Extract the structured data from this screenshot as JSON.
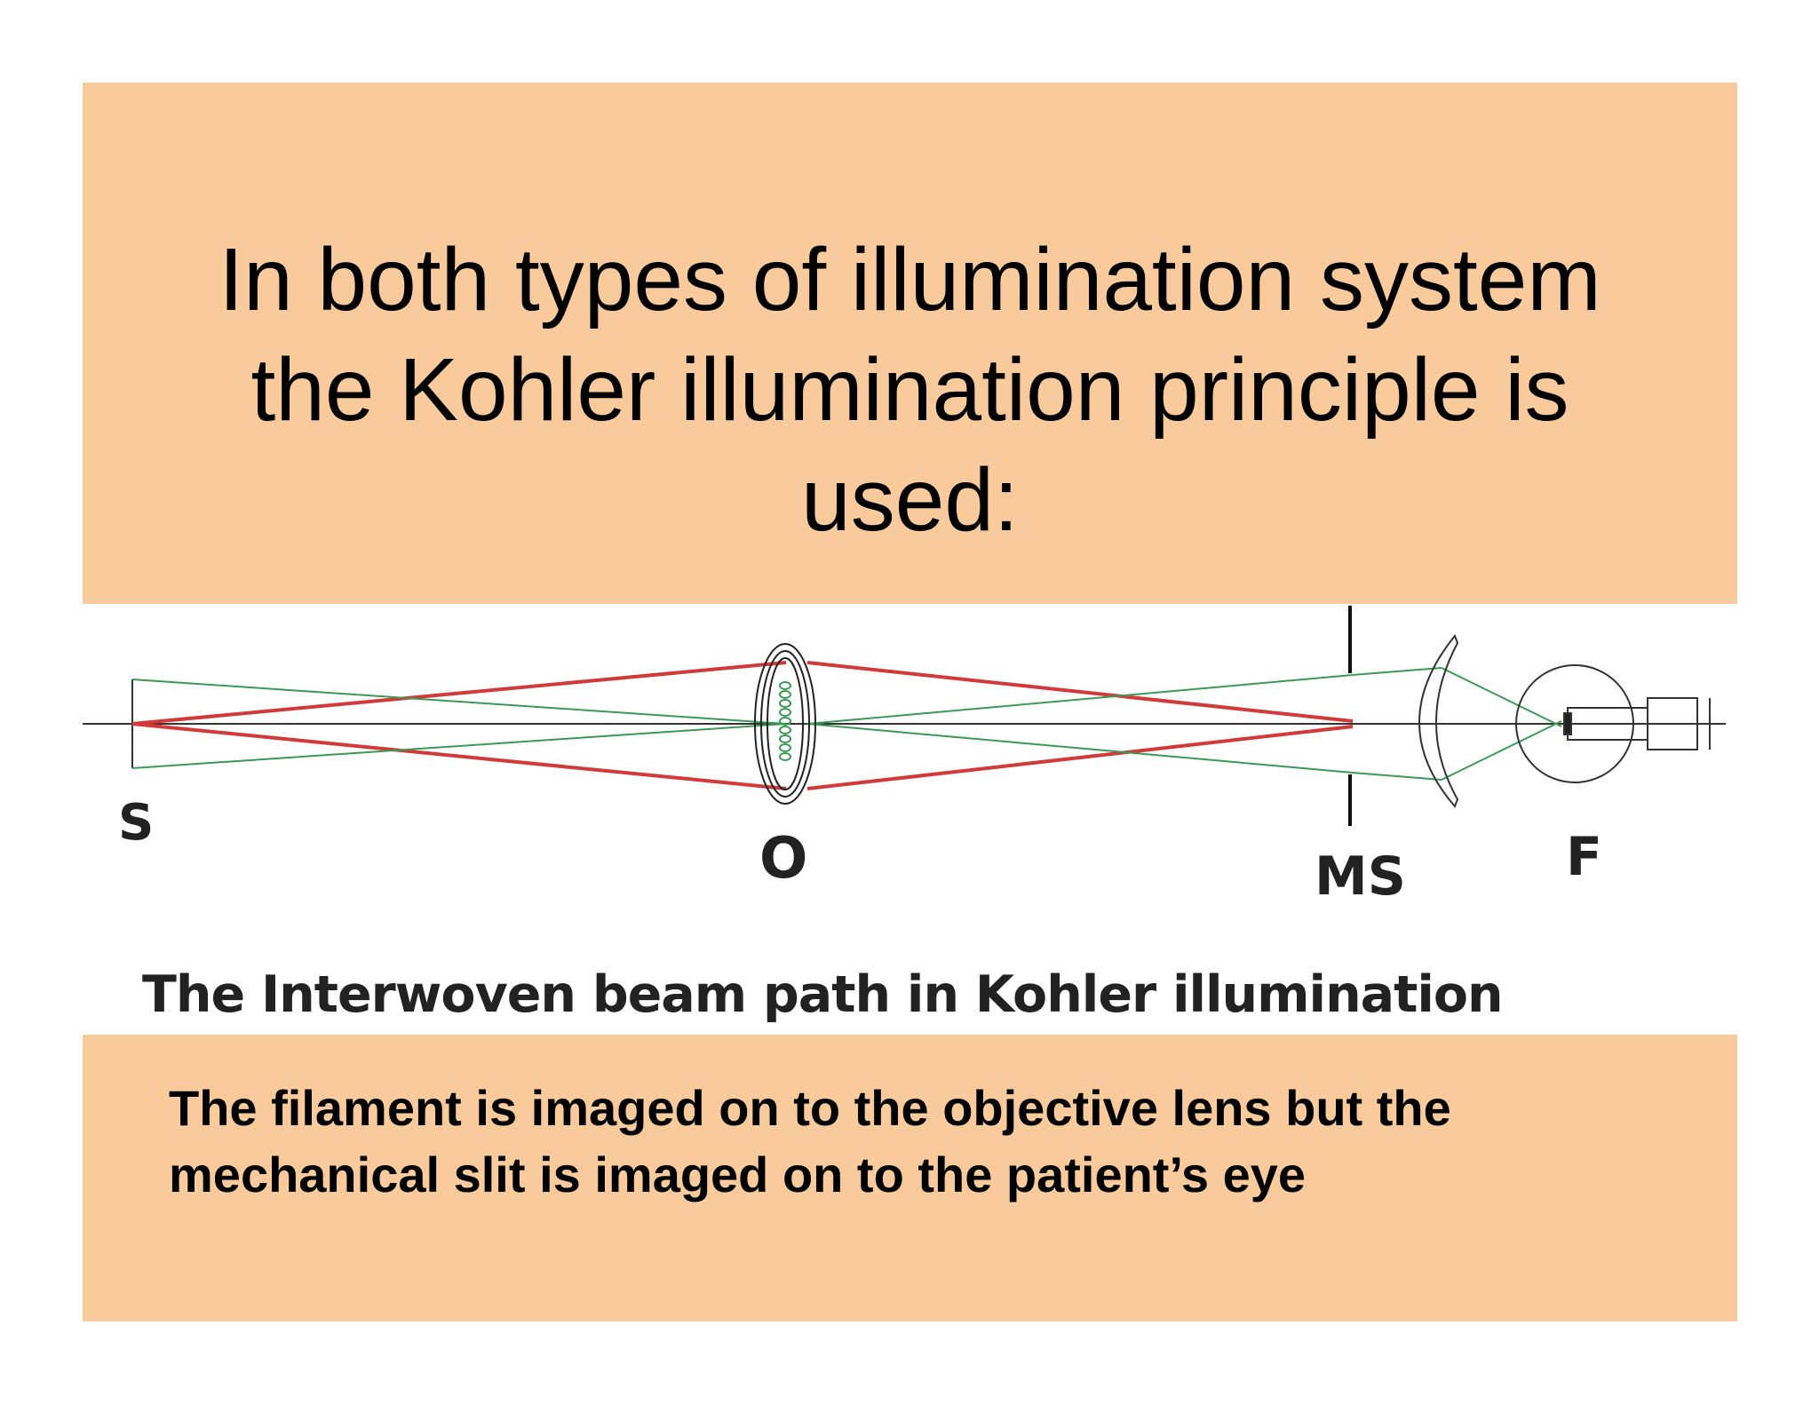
{
  "title": {
    "lines": [
      "In both types of illumination system",
      "the Kohler illumination principle is",
      "used:"
    ]
  },
  "diagram": {
    "labels": {
      "source": "S",
      "objective": "O",
      "mechanical_slit": "MS",
      "eye": "F"
    },
    "caption": "The Interwoven beam path in Kohler illumination",
    "colors": {
      "red_ray": "#d23a3a",
      "green_ray": "#3a9a55",
      "axis": "#333333"
    }
  },
  "body": {
    "lines": [
      "The filament is imaged on to the objective lens but the",
      "mechanical slit is imaged on to the patient’s eye"
    ]
  },
  "colors": {
    "box_fill": "#f9cb9c"
  }
}
